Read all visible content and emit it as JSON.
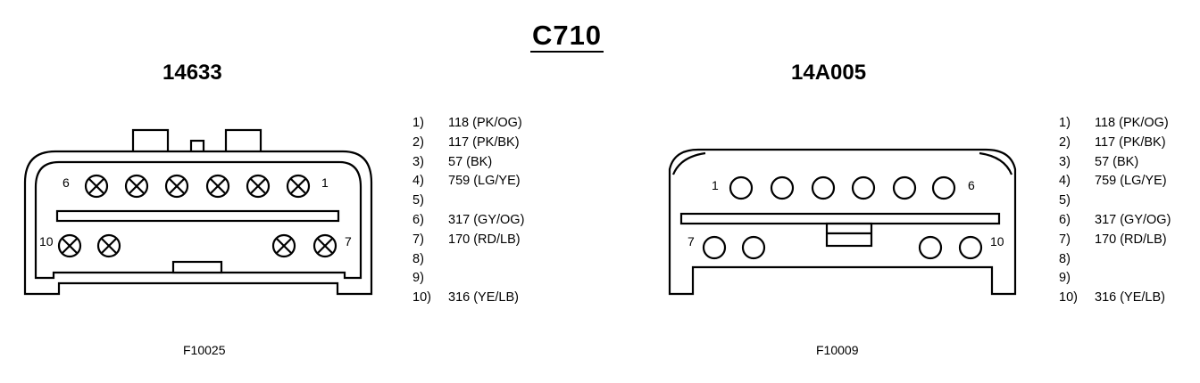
{
  "diagram": {
    "title": "C710",
    "left": {
      "part_number": "14633",
      "figure_id": "F10025",
      "pin_labels": {
        "top_left": "6",
        "top_right": "1",
        "bottom_left": "10",
        "bottom_right": "7"
      }
    },
    "right": {
      "part_number": "14A005",
      "figure_id": "F10009",
      "pin_labels": {
        "top_left": "1",
        "top_right": "6",
        "bottom_left": "7",
        "bottom_right": "10"
      }
    },
    "pins": [
      {
        "num": "1)",
        "desc": "118 (PK/OG)"
      },
      {
        "num": "2)",
        "desc": "117 (PK/BK)"
      },
      {
        "num": "3)",
        "desc": "57 (BK)"
      },
      {
        "num": "4)",
        "desc": "759 (LG/YE)"
      },
      {
        "num": "5)",
        "desc": ""
      },
      {
        "num": "6)",
        "desc": "317 (GY/OG)"
      },
      {
        "num": "7)",
        "desc": "170 (RD/LB)"
      },
      {
        "num": "8)",
        "desc": ""
      },
      {
        "num": "9)",
        "desc": ""
      },
      {
        "num": "10)",
        "desc": "316 (YE/LB)"
      }
    ]
  }
}
